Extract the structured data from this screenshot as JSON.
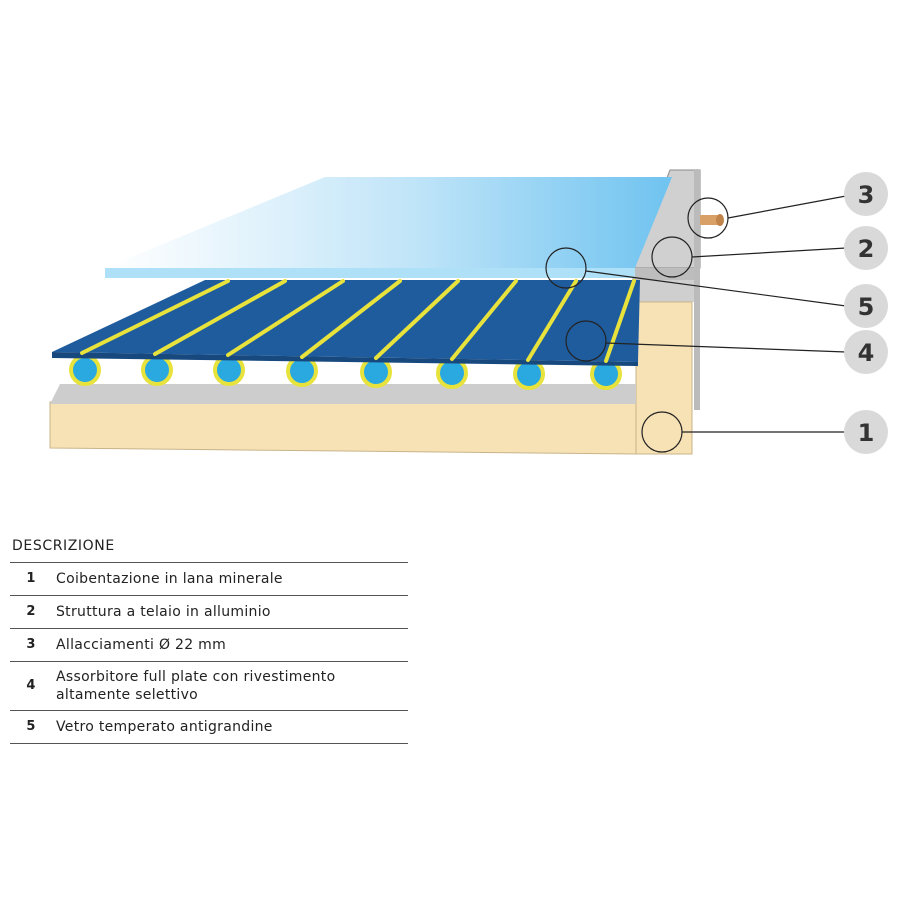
{
  "callouts": [
    {
      "number": "3"
    },
    {
      "number": "2"
    },
    {
      "number": "5"
    },
    {
      "number": "4"
    },
    {
      "number": "1"
    }
  ],
  "legend": {
    "title": "DESCRIZIONE",
    "rows": [
      {
        "number": "1",
        "text": "Coibentazione in lana minerale"
      },
      {
        "number": "2",
        "text": "Struttura a telaio in alluminio"
      },
      {
        "number": "3",
        "text": "Allacciamenti Ø 22 mm"
      },
      {
        "number": "4",
        "text": "Assorbitore full plate con rivestimento altamente selettivo"
      },
      {
        "number": "5",
        "text": "Vetro temperato antigrandine"
      }
    ]
  },
  "colors": {
    "absorber": "#1f5c9e",
    "stripes": "#e8e23c",
    "tubes": "#29a9e0",
    "insulation": "#f7e2b6",
    "frame": "#c8c8c8",
    "glass": "#7cc8f2",
    "callout_bg": "#d9d9d9"
  }
}
